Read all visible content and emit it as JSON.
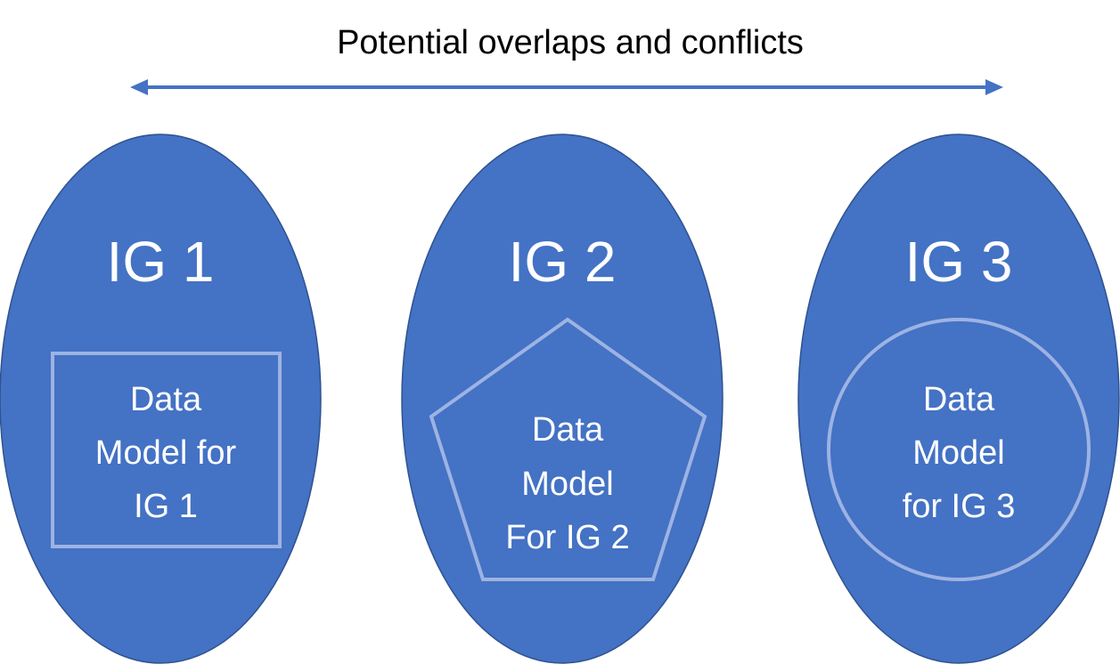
{
  "title": "Potential overlaps and conflicts",
  "colors": {
    "group_fill": "#4472C4",
    "group_stroke": "#2F528F",
    "arrow": "#4472C4",
    "shape_outline": "#9DB3E3",
    "text_on_blue": "#ffffff",
    "text_dark": "#000000"
  },
  "groups": [
    {
      "name": "IG 1",
      "model_shape": "rectangle",
      "model_lines": [
        "Data",
        "Model for",
        "IG 1"
      ]
    },
    {
      "name": "IG 2",
      "model_shape": "pentagon",
      "model_lines": [
        "Data",
        "Model",
        "For IG 2"
      ]
    },
    {
      "name": "IG 3",
      "model_shape": "circle",
      "model_lines": [
        "Data",
        "Model",
        "for IG 3"
      ]
    }
  ]
}
